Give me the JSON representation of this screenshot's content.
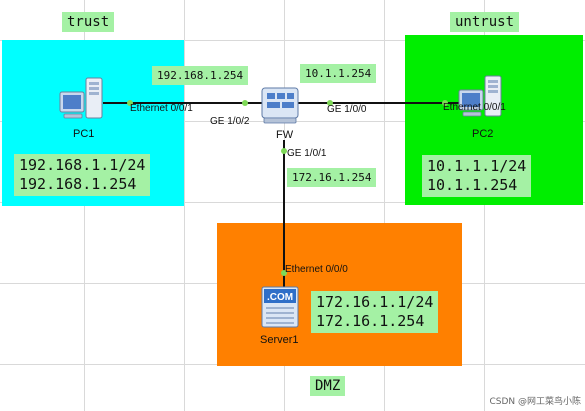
{
  "zones": {
    "trust": {
      "label": "trust",
      "color": "#00ffff"
    },
    "untrust": {
      "label": "untrust",
      "color": "#00ee00"
    },
    "dmz": {
      "label": "DMZ",
      "color": "#ff8000"
    }
  },
  "label_color": "#a4f1a4",
  "devices": {
    "pc1": {
      "name": "PC1",
      "icon": "desktop-pc-icon",
      "port": "Ethernet 0/0/1",
      "ip": "192.168.1.1/24",
      "gateway": "192.168.1.254"
    },
    "pc2": {
      "name": "PC2",
      "icon": "desktop-pc-icon",
      "port": "Ethernet 0/0/1",
      "ip": "10.1.1.1/24",
      "gateway": "10.1.1.254"
    },
    "server1": {
      "name": "Server1",
      "icon": "server-icon",
      "icon_text": ".COM",
      "port": "Ethernet 0/0/0",
      "ip": "172.16.1.1/24",
      "gateway": "172.16.1.254"
    },
    "fw": {
      "name": "FW",
      "icon": "firewall-icon",
      "ports": {
        "trust": "GE 1/0/2",
        "untrust": "GE 1/0/0",
        "dmz": "GE 1/0/1"
      },
      "interface_ips": {
        "trust": "192.168.1.254",
        "untrust": "10.1.1.254",
        "dmz": "172.16.1.254"
      }
    }
  },
  "watermark": "CSDN @网工菜鸟小陈"
}
